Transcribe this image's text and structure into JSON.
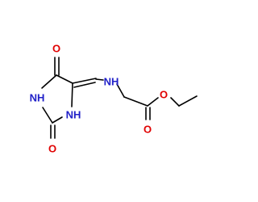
{
  "molecule": {
    "atoms": {
      "o_ring_top": {
        "label": "O",
        "color": "#e00000"
      },
      "nh_ring_left": {
        "label": "NH",
        "color": "#1f1fc8"
      },
      "o_ring_bottom": {
        "label": "O",
        "color": "#e00000"
      },
      "nh_ring_right": {
        "label": "NH",
        "color": "#1f1fc8"
      },
      "nh_chain": {
        "label": "NH",
        "color": "#1f1fc8"
      },
      "o_ester": {
        "label": "O",
        "color": "#e00000"
      },
      "o_carbonyl": {
        "label": "O",
        "color": "#e00000"
      }
    },
    "bond_color": "#000000"
  }
}
